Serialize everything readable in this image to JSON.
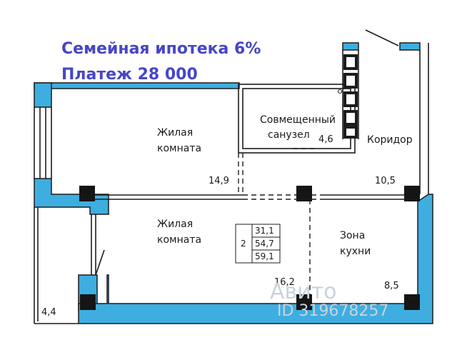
{
  "promo": {
    "line1": "Семейная ипотека 6%",
    "line2": "Платеж 28 000"
  },
  "rooms": [
    {
      "id": "living-1",
      "name_line1": "Жилая",
      "name_line2": "комната",
      "area": "14,9"
    },
    {
      "id": "bathroom",
      "name_line1": "Совмещенный",
      "name_line2": "санузел",
      "area": "4,6"
    },
    {
      "id": "corridor",
      "name_line1": "Коридор",
      "name_line2": "",
      "area": "10,5"
    },
    {
      "id": "living-2",
      "name_line1": "Жилая",
      "name_line2": "комната",
      "area": "16,2"
    },
    {
      "id": "kitchen",
      "name_line1": "Зона",
      "name_line2": "кухни",
      "area": "8,5"
    },
    {
      "id": "balcony",
      "name_line1": "",
      "name_line2": "",
      "area": "4,4"
    }
  ],
  "summary": {
    "rooms_count": "2",
    "living_area": "31,1",
    "total_area": "54,7",
    "total_with_balcony": "59,1"
  },
  "watermark": {
    "line1": "Авито",
    "line2": "ID 319678257"
  },
  "colors": {
    "wall_fill": "#3eaee0",
    "wall_stroke": "#1c1c1c",
    "column": "#151515",
    "promo_text": "#4646c8"
  }
}
